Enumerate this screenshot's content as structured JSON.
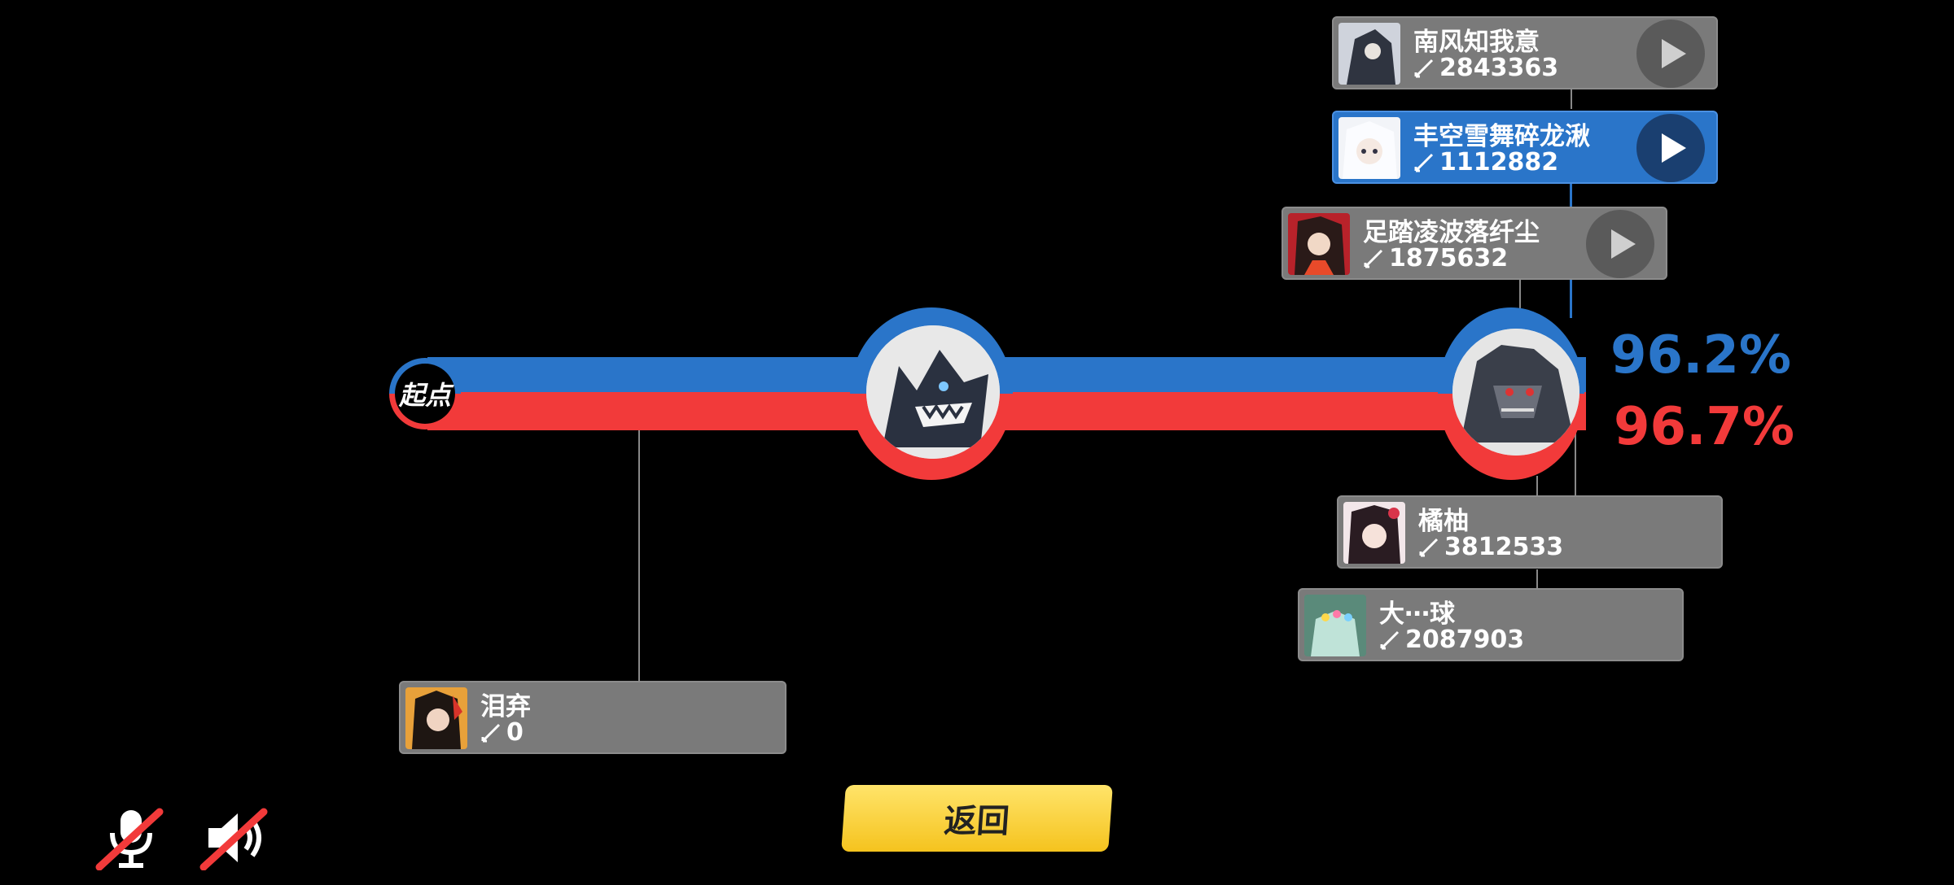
{
  "track": {
    "start_label": "起点"
  },
  "rates": {
    "blue": "96.2%",
    "red": "96.7%"
  },
  "colors": {
    "blue": "#2a75c9",
    "red": "#f23a3a",
    "card": "#7a7a7a",
    "button": "#f5c31e"
  },
  "players": [
    {
      "name": "南风知我意",
      "score": "2843363",
      "has_replay": true,
      "active": false
    },
    {
      "name": "丰空雪舞碎龙湫",
      "score": "1112882",
      "has_replay": true,
      "active": true
    },
    {
      "name": "足踏凌波落纤尘",
      "score": "1875632",
      "has_replay": true,
      "active": false
    },
    {
      "name": "橘柚",
      "score": "3812533",
      "has_replay": false,
      "active": false
    },
    {
      "name": "大⋯球",
      "score": "2087903",
      "has_replay": false,
      "active": false
    },
    {
      "name": "泪弃",
      "score": "0",
      "has_replay": false,
      "active": false
    }
  ],
  "buttons": {
    "back": "返回"
  },
  "controls": {
    "mic": "microphone-muted-icon",
    "speaker": "speaker-muted-icon"
  }
}
